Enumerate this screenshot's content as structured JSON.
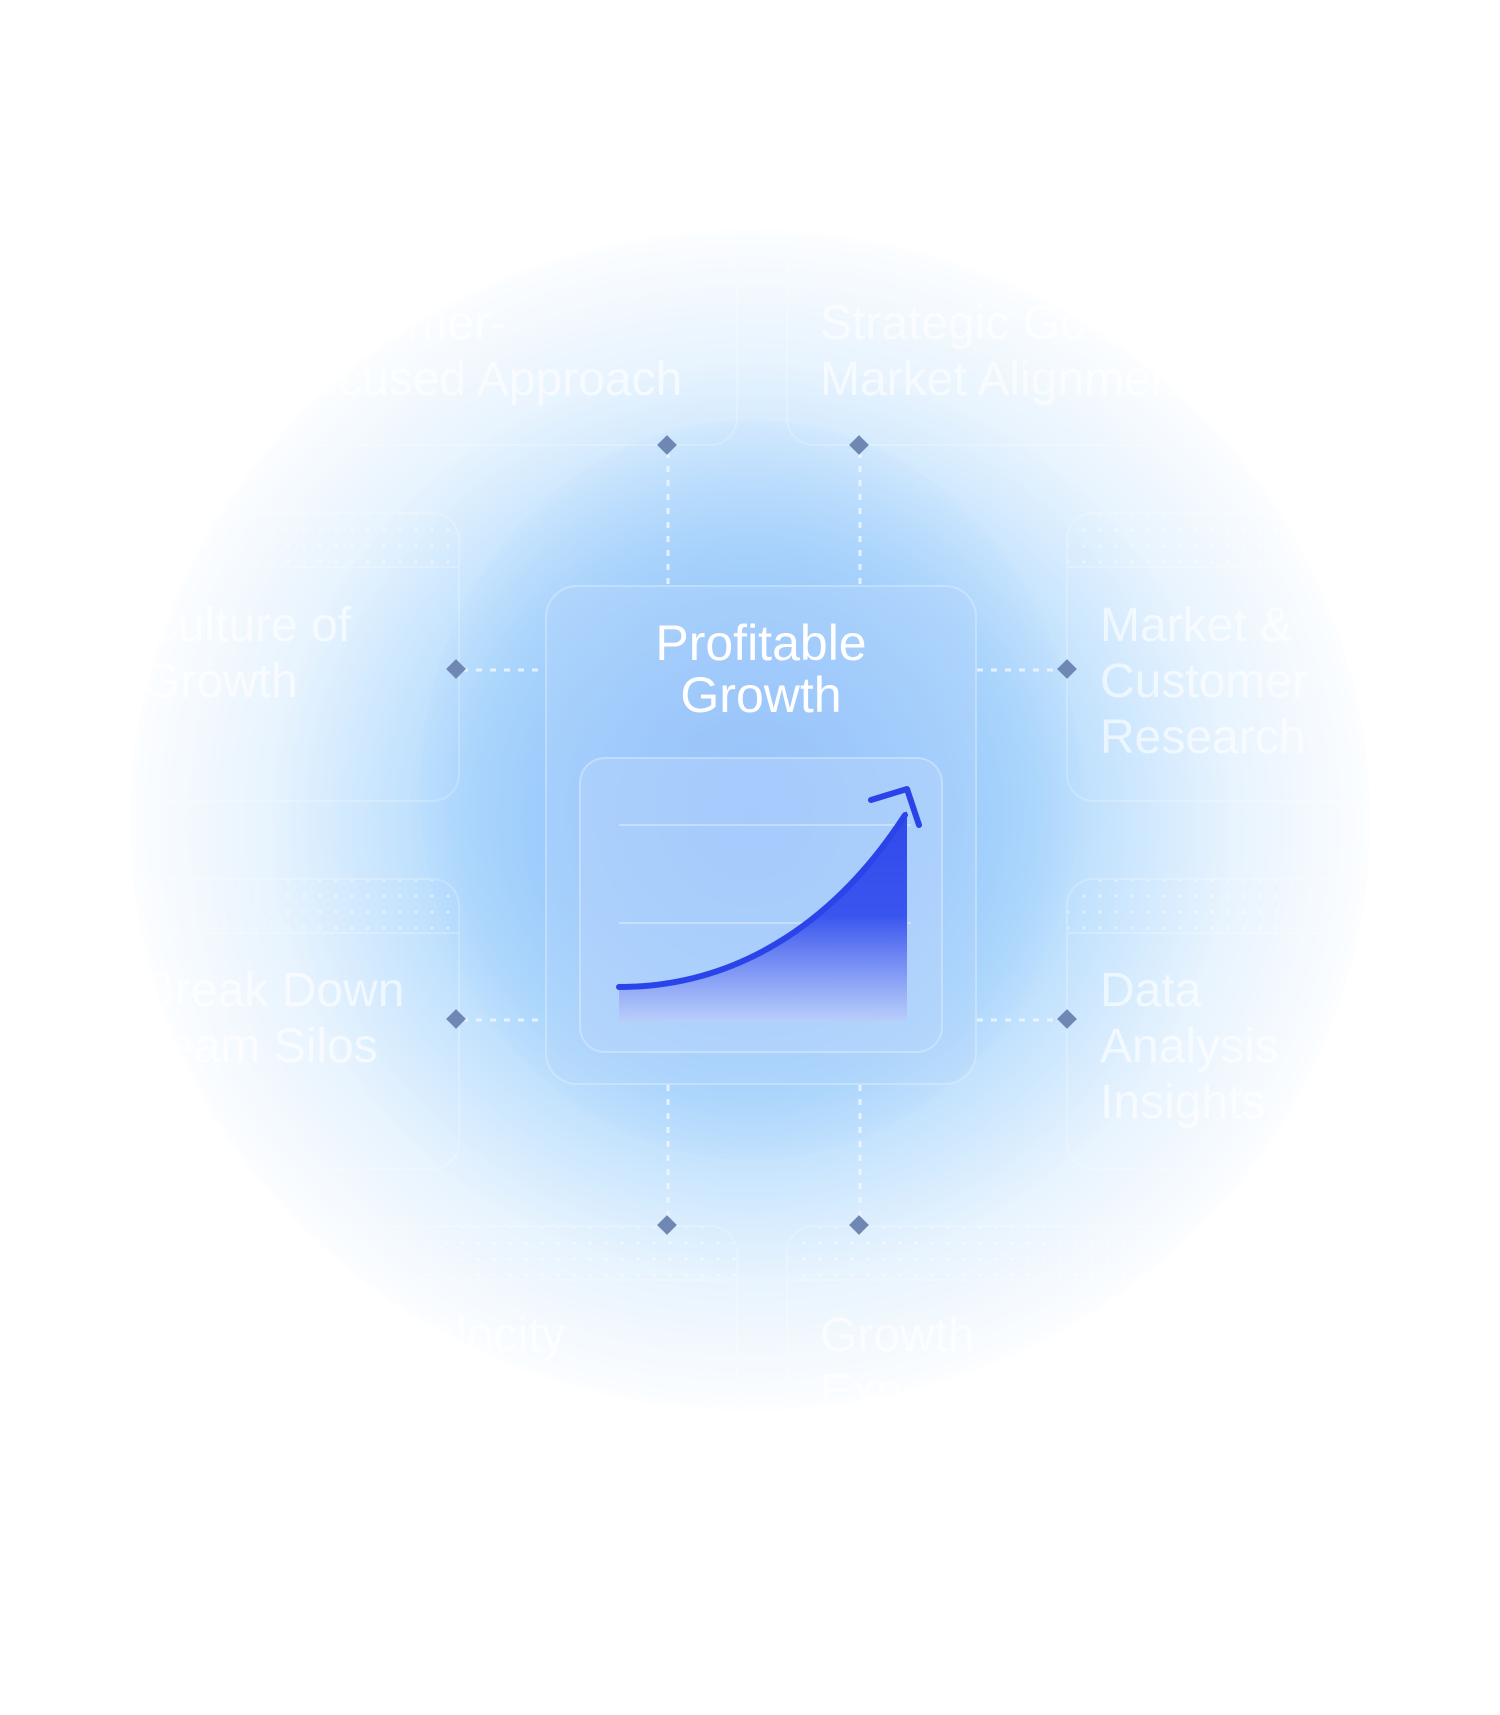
{
  "center": {
    "title": "Profitable\nGrowth",
    "icon": "growth-curve-icon"
  },
  "nodes": [
    {
      "id": "customer-focused-approach",
      "label": "Customer-\nFocused Approach"
    },
    {
      "id": "strategic-go-to-market-alignment",
      "label": "Strategic Go-To-\nMarket Alignment"
    },
    {
      "id": "culture-of-growth",
      "label": "Culture of\nGrowth"
    },
    {
      "id": "market-customer-research",
      "label": "Market &\nCustomer\nResearch"
    },
    {
      "id": "break-down-team-silos",
      "label": "Break Down\nTeam Silos"
    },
    {
      "id": "data-analysis-insights",
      "label": "Data\nAnalysis\nInsights"
    },
    {
      "id": "high-velocity-workflows",
      "label": "High Velocity\nWorkflows"
    },
    {
      "id": "growth-experiments",
      "label": "Growth\nExperiments"
    }
  ],
  "colors": {
    "glow": "#8fc4fa",
    "connector": "#e9f1ff",
    "connector_dot": "#6f88b3",
    "curve": "#2a44ea",
    "curve_fill_top": "#3551ee",
    "curve_fill_bottom": "#b8cdfa",
    "text_center": "#ffffff",
    "text_node": "#ffffff"
  }
}
